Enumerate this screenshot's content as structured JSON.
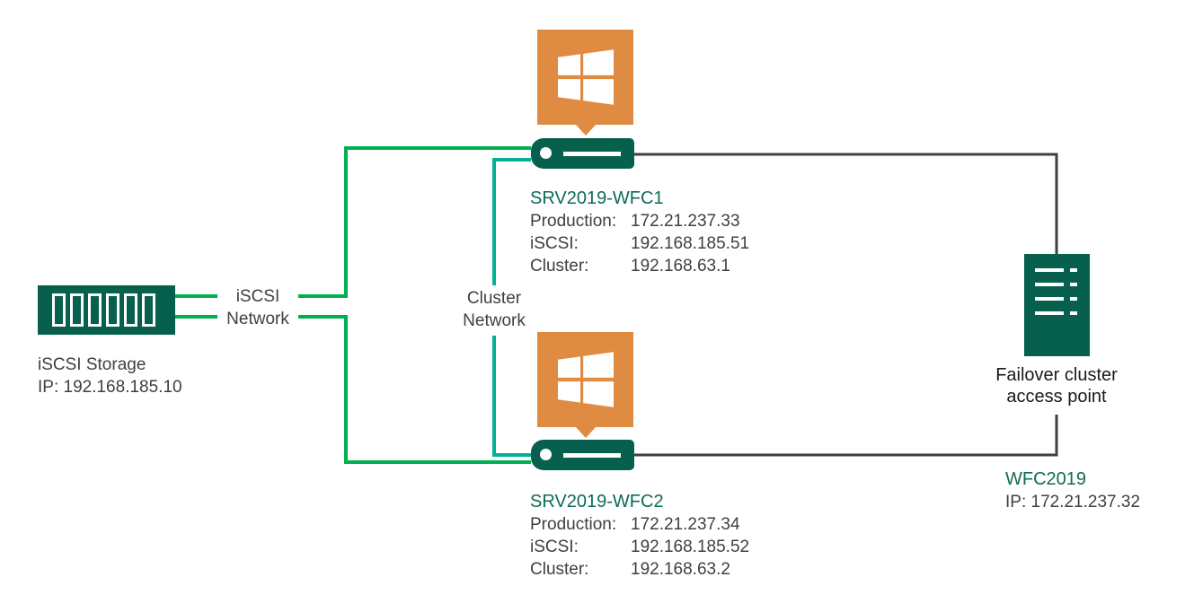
{
  "colors": {
    "dark-green": "#06604D",
    "green-text": "#0E6B57",
    "iscsi-green": "#00B050",
    "cluster-teal": "#00B294",
    "line-gray": "#404040",
    "orange": "#E08B42",
    "text-gray": "#404040",
    "text-dark": "#1A1A1A"
  },
  "storage": {
    "title": "iSCSI Storage",
    "ip": "IP: 192.168.185.10"
  },
  "network_labels": {
    "iscsi_line1": "iSCSI",
    "iscsi_line2": "Network",
    "cluster_line1": "Cluster",
    "cluster_line2": "Network"
  },
  "servers": [
    {
      "name": "SRV2019-WFC1",
      "rows": [
        {
          "label": "Production:",
          "value": "172.21.237.33"
        },
        {
          "label": "iSCSI:",
          "value": "192.168.185.51"
        },
        {
          "label": "Cluster:",
          "value": "192.168.63.1"
        }
      ]
    },
    {
      "name": "SRV2019-WFC2",
      "rows": [
        {
          "label": "Production:",
          "value": "172.21.237.34"
        },
        {
          "label": "iSCSI:",
          "value": "192.168.185.52"
        },
        {
          "label": "Cluster:",
          "value": "192.168.63.2"
        }
      ]
    }
  ],
  "access_point": {
    "caption_line1": "Failover cluster",
    "caption_line2": "access point",
    "name": "WFC2019",
    "ip": "IP: 172.21.237.32"
  }
}
